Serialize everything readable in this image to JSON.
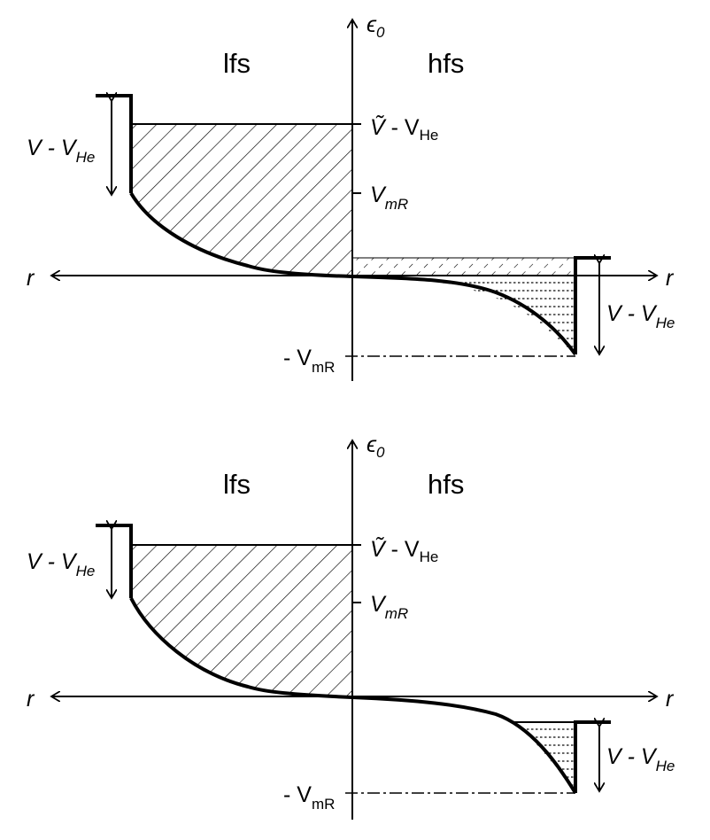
{
  "panels": [
    {
      "axis_y": "ϵ",
      "axis_y_sub": "0",
      "axis_x_left": "r",
      "axis_x_right": "r",
      "region_left": "lfs",
      "region_right": "hfs",
      "label_vtilde": {
        "main": "Ṽ",
        "mid": " - V",
        "sub": "He"
      },
      "label_vmr": {
        "main": "V",
        "sub": "mR"
      },
      "label_neg_vmr": {
        "main": "- V",
        "sub": "mR"
      },
      "label_left_gap": {
        "main": "V - V",
        "sub": "He"
      },
      "label_right_gap": {
        "main": "V - V",
        "sub": "He"
      }
    },
    {
      "axis_y": "ϵ",
      "axis_y_sub": "0",
      "axis_x_left": "r",
      "axis_x_right": "r",
      "region_left": "lfs",
      "region_right": "hfs",
      "label_vtilde": {
        "main": "Ṽ",
        "mid": " - V",
        "sub": "He"
      },
      "label_vmr": {
        "main": "V",
        "sub": "mR"
      },
      "label_neg_vmr": {
        "main": "- V",
        "sub": "mR"
      },
      "label_left_gap": {
        "main": "V - V",
        "sub": "He"
      },
      "label_right_gap": {
        "main": "V - V",
        "sub": "He"
      }
    }
  ]
}
